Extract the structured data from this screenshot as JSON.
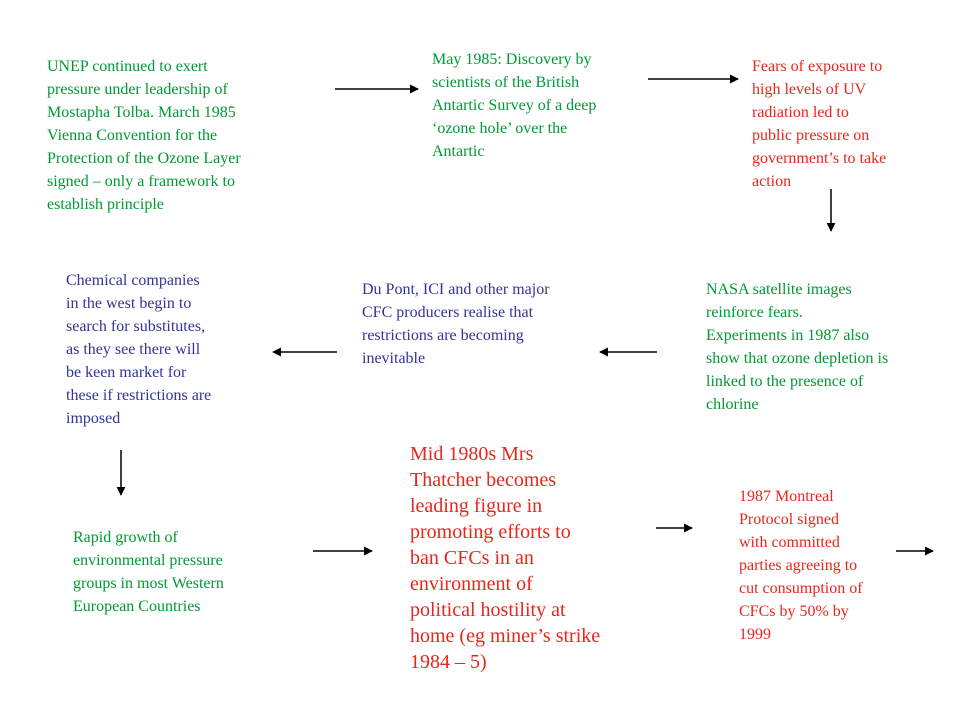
{
  "nodes": [
    {
      "id": "unep",
      "text": "UNEP continued to exert\npressure under leadership of\nMostapha Tolba.  March 1985\nVienna Convention for the\nProtection of the Ozone Layer\nsigned – only a framework to\nestablish principle",
      "color": "#009933"
    },
    {
      "id": "may1985",
      "text": "May 1985: Discovery by\nscientists of the British\nAntartic Survey  of a deep\n‘ozone hole’ over the\nAntartic",
      "color": "#009933"
    },
    {
      "id": "fears",
      "text": "Fears of exposure to\nhigh levels of UV\nradiation led to\npublic pressure on\ngovernment’s to take\naction",
      "color": "#e8261c"
    },
    {
      "id": "nasa",
      "text": "NASA satellite images\nreinforce fears.\nExperiments in 1987 also\nshow that ozone depletion is\nlinked to the presence of\nchlorine",
      "color": "#009933"
    },
    {
      "id": "dupont",
      "text": "Du Pont, ICI and other major\nCFC producers realise that\nrestrictions are becoming\ninevitable",
      "color": "#333399"
    },
    {
      "id": "chemical",
      "text": "Chemical companies\nin the west begin to\nsearch for substitutes,\nas they see there will\nbe keen market for\nthese if restrictions are\nimposed",
      "color": "#333399"
    },
    {
      "id": "rapid",
      "text": "Rapid growth of\nenvironmental pressure\ngroups in most Western\nEuropean Countries",
      "color": "#009933"
    },
    {
      "id": "thatcher",
      "text": "Mid 1980s Mrs\nThatcher becomes\nleading figure in\npromoting efforts to\nban CFCs in an\nenvironment of\npolitical hostility at\nhome (eg miner’s strike\n1984 – 5)",
      "color": "#e8261c"
    },
    {
      "id": "montreal",
      "text": "1987 Montreal\nProtocol signed\nwith committed\nparties agreeing to\ncut consumption of\nCFCs by 50% by\n1999",
      "color": "#e8261c"
    }
  ]
}
